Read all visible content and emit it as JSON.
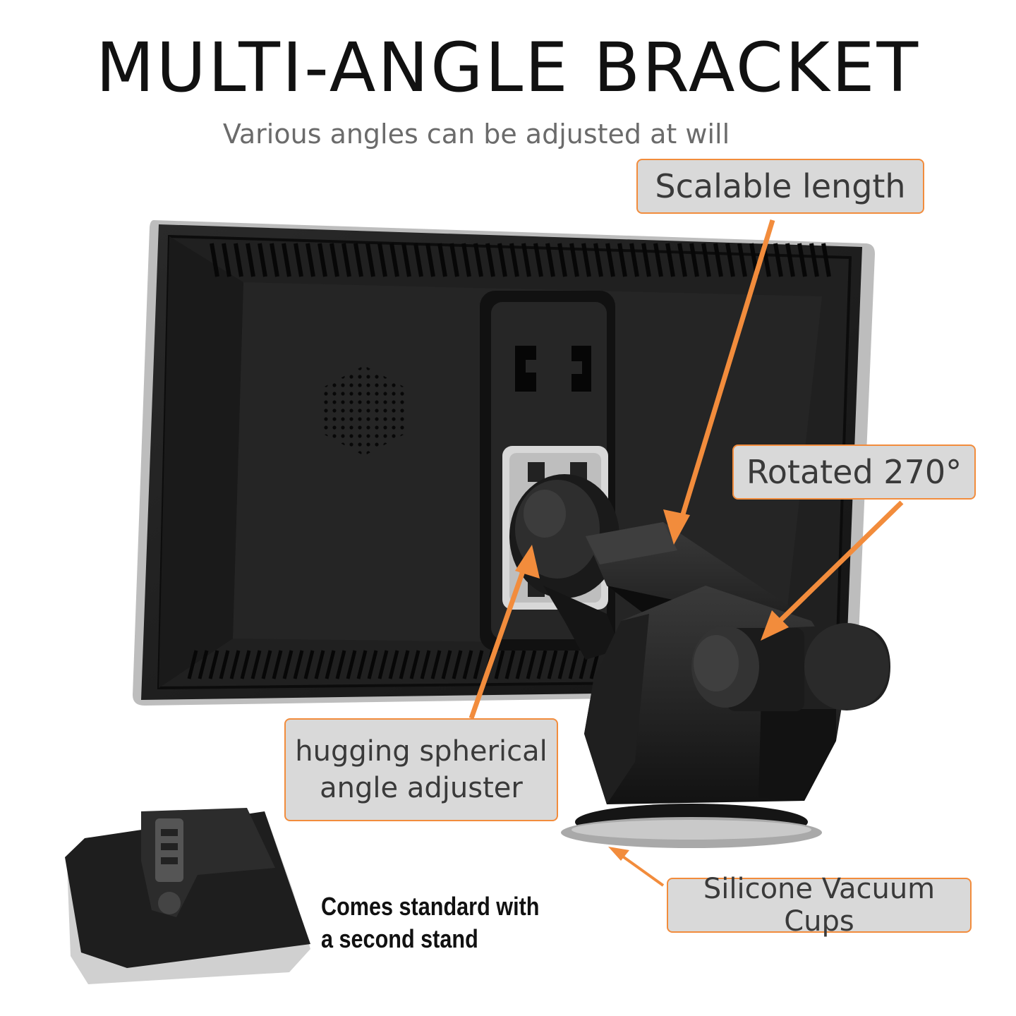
{
  "header": {
    "title": "MULTI-ANGLE BRACKET",
    "subtitle": "Various angles can be adjusted at will"
  },
  "callouts": {
    "scalable": "Scalable length",
    "rotated": "Rotated 270°",
    "spherical_line1": "hugging spherical",
    "spherical_line2": "angle adjuster",
    "vacuum": "Silicone Vacuum Cups"
  },
  "second_stand": {
    "line1": "Comes standard with",
    "line2": "a second stand"
  },
  "colors": {
    "accent": "#f28c3c",
    "callout_bg": "#d9d9d9",
    "device": "#1c1c1c"
  }
}
